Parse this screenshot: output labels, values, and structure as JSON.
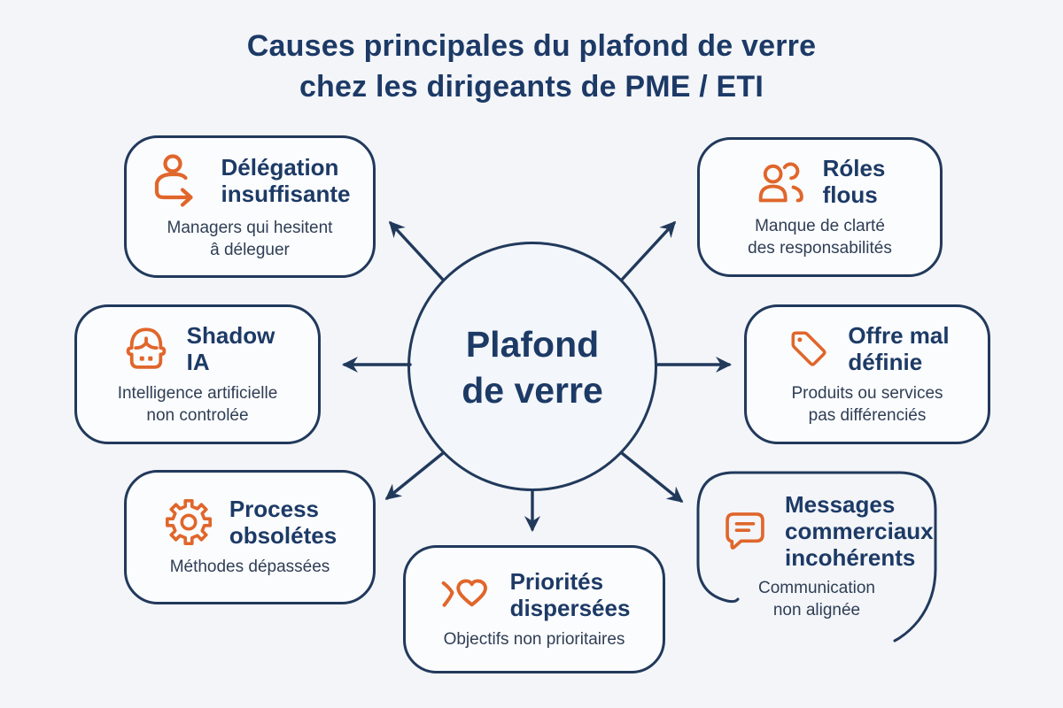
{
  "title": "Causes principales du plafond de verre\nchez les dirigeants de PME / ETI",
  "center_label": "Plafond\nde verre",
  "colors": {
    "navy": "#1d3a66",
    "orange": "#e0662b",
    "background": "#f3f5f9",
    "box_fill": "#fbfcfe",
    "description_text": "#2f3e54"
  },
  "causes": [
    {
      "icon": "delegate-user-icon",
      "title": "Délégation\ninsuffisante",
      "description": "Managers qui hesitent\nâ déleguer"
    },
    {
      "icon": "users-icon",
      "title": "Róles\nflous",
      "description": "Manque de clarté\ndes responsabilités"
    },
    {
      "icon": "robot-icon",
      "title": "Shadow\nIA",
      "description": "Intelligence artificielle\nnon controlée"
    },
    {
      "icon": "tag-icon",
      "title": "Offre mal\ndéfinie",
      "description": "Produits ou services\npas différenciés"
    },
    {
      "icon": "gear-icon",
      "title": "Process\nobsolétes",
      "description": "Méthodes dépassées"
    },
    {
      "icon": "heart-arrow-icon",
      "title": "Priorités\ndispersées",
      "description": "Objectifs non prioritaires"
    },
    {
      "icon": "chat-icon",
      "title": "Messages\ncommerciaux\nincohérents",
      "description": "Communication\nnon alignée"
    }
  ]
}
